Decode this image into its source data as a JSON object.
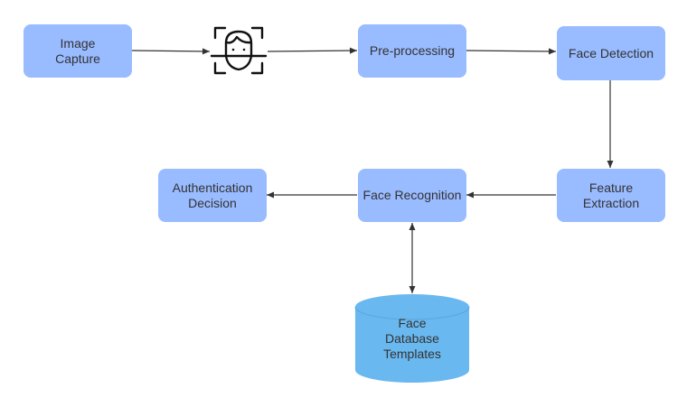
{
  "nodes": {
    "image_capture": {
      "line1": "Image",
      "line2": "Capture"
    },
    "preprocessing": {
      "label": "Pre-processing"
    },
    "face_detection": {
      "label": "Face Detection"
    },
    "feature_extraction": {
      "line1": "Feature",
      "line2": "Extraction"
    },
    "face_recognition": {
      "label": "Face Recognition"
    },
    "authentication_decision": {
      "line1": "Authentication",
      "line2": "Decision"
    },
    "face_database": {
      "line1": "Face",
      "line2": "Database",
      "line3": "Templates"
    }
  },
  "icons": {
    "face_scan": "face-scan-icon"
  },
  "colors": {
    "node_fill": "#99bbff",
    "database_fill": "#6ab8f0",
    "edge": "#333333",
    "text": "#333333"
  }
}
